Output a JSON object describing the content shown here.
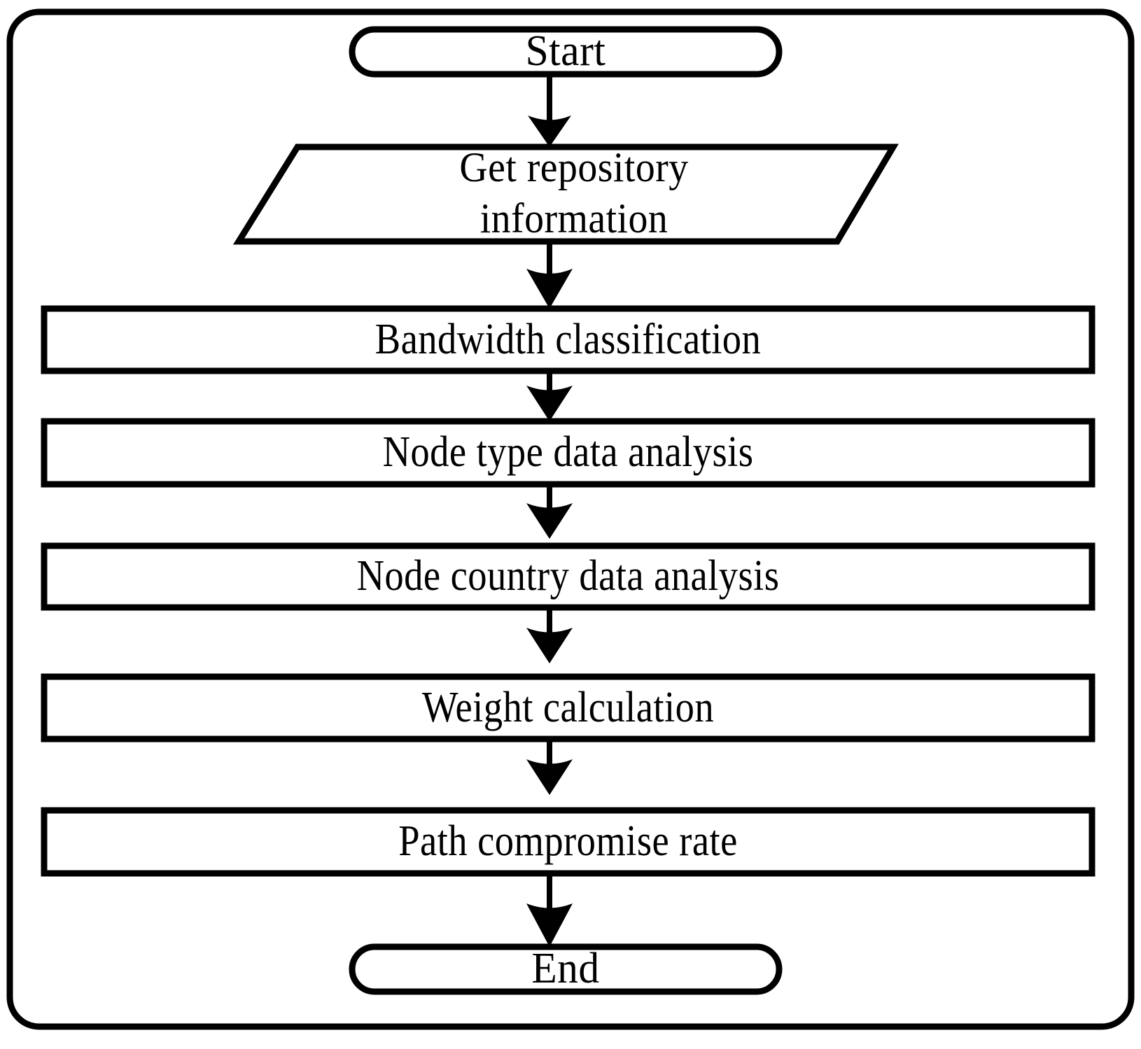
{
  "diagram": {
    "title": "Flowchart",
    "frame": {
      "name": "outer-rounded-frame",
      "stroke_color": "#000000",
      "fill_color": "#FFFFFF"
    },
    "background_color": "#FFFFFF",
    "line_color": "#000000",
    "nodes": [
      {
        "id": "start",
        "shape": "terminator",
        "label": "Start"
      },
      {
        "id": "get-repo-info",
        "shape": "parallelogram",
        "label": "Get repository\ninformation"
      },
      {
        "id": "bandwidth-class",
        "shape": "process",
        "label": "Bandwidth classification"
      },
      {
        "id": "node-type-analysis",
        "shape": "process",
        "label": "Node type data analysis"
      },
      {
        "id": "node-country-analysis",
        "shape": "process",
        "label": "Node country data analysis"
      },
      {
        "id": "weight-calculation",
        "shape": "process",
        "label": "Weight calculation"
      },
      {
        "id": "path-compromise",
        "shape": "process",
        "label": "Path compromise rate"
      },
      {
        "id": "end",
        "shape": "terminator",
        "label": "End"
      }
    ],
    "edges": [
      {
        "from": "start",
        "to": "get-repo-info",
        "arrow": "down"
      },
      {
        "from": "get-repo-info",
        "to": "bandwidth-class",
        "arrow": "down"
      },
      {
        "from": "bandwidth-class",
        "to": "node-type-analysis",
        "arrow": "down"
      },
      {
        "from": "node-type-analysis",
        "to": "node-country-analysis",
        "arrow": "down"
      },
      {
        "from": "node-country-analysis",
        "to": "weight-calculation",
        "arrow": "down"
      },
      {
        "from": "weight-calculation",
        "to": "path-compromise",
        "arrow": "down"
      },
      {
        "from": "path-compromise",
        "to": "end",
        "arrow": "down"
      }
    ]
  }
}
